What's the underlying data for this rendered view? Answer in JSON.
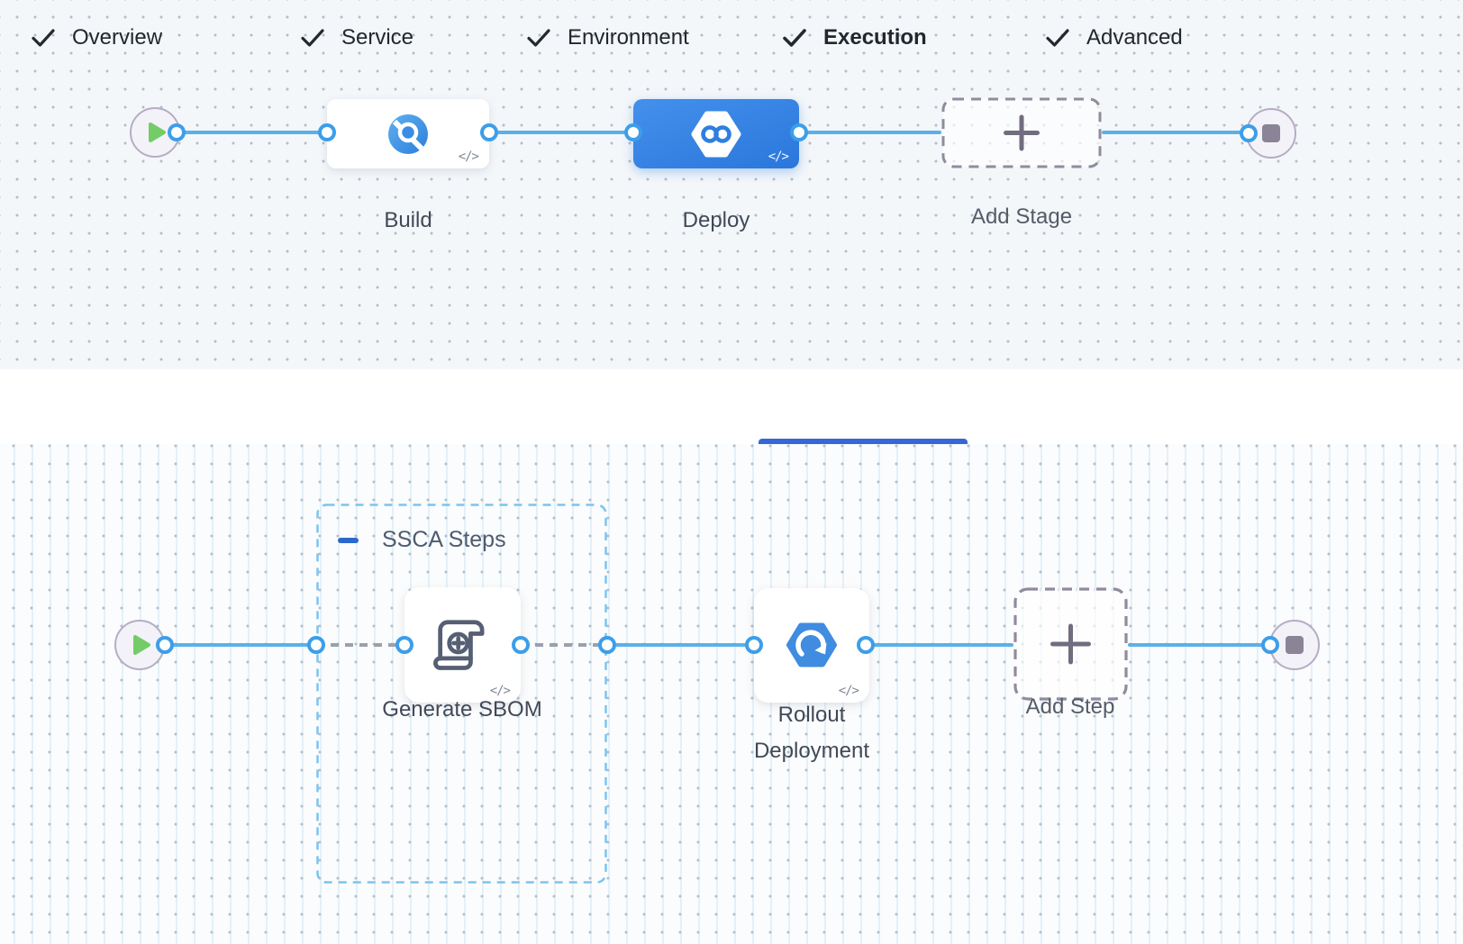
{
  "glyphs": {
    "code_badge": "</>"
  },
  "colors": {
    "accent_blue": "#2e82e3",
    "connector_blue": "#5cb0ea",
    "tab_underline": "#3568d4",
    "group_border": "#7cc4ee",
    "play_green": "#74cc66",
    "canvas_top_bg": "#f4f7fa",
    "canvas_bottom_bg": "#fbfcfd"
  },
  "stage_pipeline": {
    "nodes": [
      {
        "id": "start",
        "icon": "play-icon"
      },
      {
        "id": "build",
        "label": "Build",
        "icon": "ci-build-icon"
      },
      {
        "id": "deploy",
        "label": "Deploy",
        "icon": "cd-deploy-icon",
        "selected": true
      },
      {
        "id": "add-stage",
        "label": "Add Stage",
        "icon": "plus-icon"
      },
      {
        "id": "end",
        "icon": "stop-icon"
      }
    ]
  },
  "tabs": {
    "active": "Execution",
    "items": [
      {
        "label": "Overview",
        "checked": true
      },
      {
        "label": "Service",
        "checked": true
      },
      {
        "label": "Environment",
        "checked": true
      },
      {
        "label": "Execution",
        "checked": true
      },
      {
        "label": "Advanced",
        "checked": true
      }
    ]
  },
  "execution": {
    "group": {
      "label": "SSCA Steps"
    },
    "steps": [
      {
        "id": "generate-sbom",
        "label": "Generate SBOM",
        "icon": "scroll-plus-icon"
      },
      {
        "id": "rollout-deployment",
        "label": "Rollout Deployment",
        "icon": "rollout-icon"
      },
      {
        "id": "add-step",
        "label": "Add Step",
        "icon": "plus-icon"
      }
    ]
  }
}
